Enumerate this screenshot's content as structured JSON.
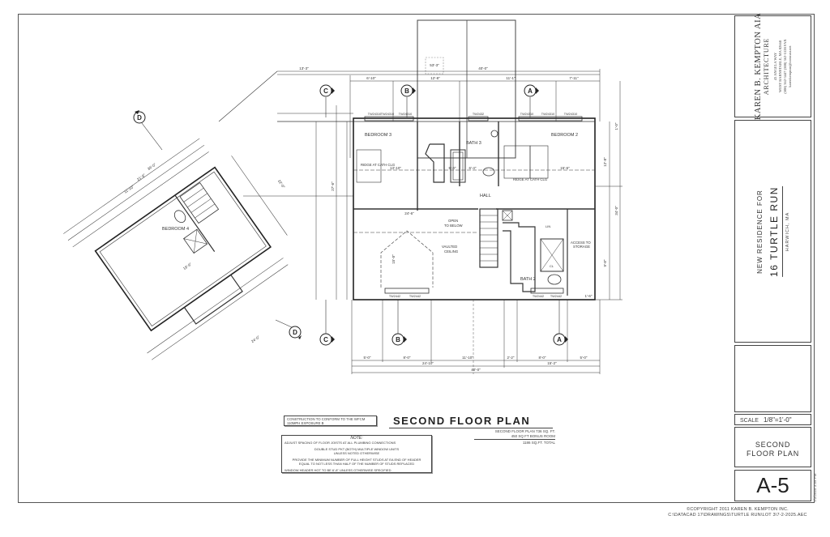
{
  "sheet": {
    "plan_title": "SECOND FLOOR PLAN",
    "area": {
      "line1": "SECOND FLOOR PLAN 736 SQ. FT.",
      "line2": "450 SQ FT BONUS ROOM",
      "total": "1186 SQ.FT. TOTAL"
    },
    "code_note": "CONSTRUCTION TO CONFORM TO THE WFCM 110MPH EXPOSURE B",
    "notes": {
      "heading": "NOTE:",
      "line1": "ADJUST SPACING OF FLOOR JOISTS AT ALL PLUMBING CONNECTIONS",
      "line2": "DOUBLE STUD PKT (BOTH) MULTIPLE WINDOW UNITS",
      "line3": "UNLESS NOTED OTHERWISE",
      "line4": "PROVIDE THE MINIMUM NUMBER OF FULL HEIGHT STUDS AT EA END OF HEADER",
      "line5": "EQUAL TO NOT LESS THAN HALF OF THE NUMBER OF STUDS REPLACED",
      "line6": "WINDOW HEADER HGT TO BE 6'-8\" UNLESS OTHERWISE SPECIFIED"
    }
  },
  "title_block": {
    "firm": {
      "name": "KAREN B. KEMPTON AIA",
      "subtitle": "ARCHITECTURE",
      "address1": "43 ANGELA WAY",
      "address2": "WEST BARNSTABLE, MA 02668",
      "phone": "(508) 362-3447  (508) 362-5128 FAX",
      "email": "karenkempton@comcast.net"
    },
    "project": {
      "line1": "NEW RESIDENCE FOR",
      "line2": "16 TURTLE RUN",
      "line3": "HARWICH, MA"
    },
    "scale_label": "SCALE",
    "scale_value": "1/8\"=1'-0\"",
    "sheet_title_1": "SECOND",
    "sheet_title_2": "FLOOR PLAN",
    "sheet_number": "A-5",
    "datestamp": "7/2/2025 3:59 PM"
  },
  "footer": {
    "copyright": "©COPYRIGHT 2011 KAREN B. KEMPTON INC.",
    "path": "C:\\DATACAD 17\\DRAWINGS\\TURTLE RUN\\LOT 3\\7-2-2025.AEC"
  },
  "rooms": {
    "bedroom2": "BEDROOM 2",
    "bedroom3": "BEDROOM 3",
    "bedroom4": "BEDROOM 4",
    "bath2": "BATH 2",
    "bath3": "BATH 3",
    "hall": "HALL",
    "open_below_1": "OPEN",
    "open_below_2": "TO BELOW",
    "vaulted_1": "VAULTED",
    "vaulted_2": "CEILING",
    "access_1": "ACCESS TO",
    "access_2": "STORAGE",
    "ridge_left": "RIDGE AT CATH CLG",
    "ridge_right": "RIDGE AT CATH CLG",
    "lin": "LIN",
    "cl": "CL"
  },
  "grid_markers": [
    "A",
    "B",
    "C",
    "D"
  ],
  "dimensions": {
    "top": {
      "overall": "40'-0\"",
      "left": "13'-3\"",
      "seg1": "6'-10\"",
      "seg2": "12'-8\"",
      "seg3": "11'-1\"",
      "seg4": "7'-11\"",
      "chimney": "53'-3\""
    },
    "bottom": {
      "seg1": "5'-0\"",
      "seg2": "8'-0\"",
      "seg3": "11'-10\"",
      "seg4": "2'-2\"",
      "seg5": "8'-0\"",
      "seg6": "5'-0\"",
      "sub_left": "24'-10\"",
      "sub_right": "15'-2\"",
      "overall": "40'-0\""
    },
    "right": {
      "top": "1'-0\"",
      "upper": "12'-8\"",
      "overall": "34'-0\"",
      "lower": "9'-8\"",
      "bottom": "1'-6\""
    },
    "interior": {
      "bed3_width": "13'-10\"",
      "bath_width": "5'-4\"",
      "bath_w2": "6'-4\"",
      "bed2_width": "15'-6\"",
      "hall_width": "24'-6\"",
      "vault_h": "15'-0\"",
      "left_v": "27'-6\"",
      "bed4_overall": "36'-0\"",
      "bed4_a": "21'-8\"",
      "bed4_b": "11'-10\"",
      "bed4_c": "18'-6\"",
      "bed4_d": "24'-0\"",
      "diag_e": "22'-0\""
    }
  },
  "window_tags": [
    "TW24310",
    "TW24310",
    "TW24310",
    "TW2432",
    "TW24310",
    "TW24310",
    "TW24310",
    "TW2442",
    "TW2442",
    "TW2442",
    "TW2442"
  ]
}
